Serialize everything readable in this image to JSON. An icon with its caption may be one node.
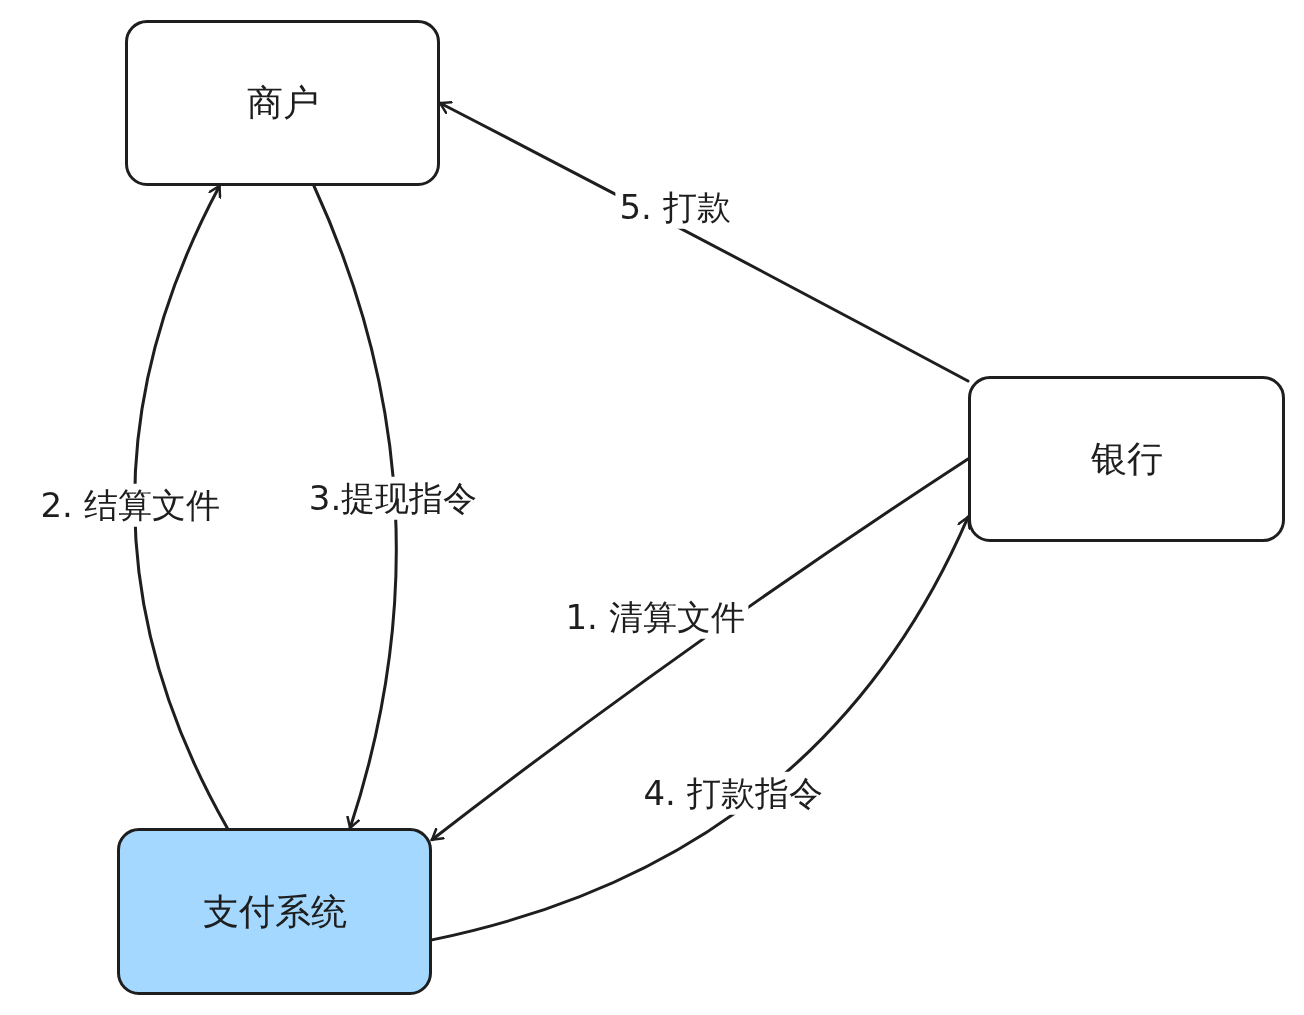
{
  "diagram": {
    "nodes": [
      {
        "text": [
          "商户"
        ]
      },
      {
        "text": [
          "银行"
        ]
      },
      {
        "text": [
          "支付系统"
        ]
      }
    ],
    "edges": [
      {
        "from": 1,
        "to": 2,
        "arrow": "to",
        "label": "1. 清算文件"
      },
      {
        "from": 2,
        "to": 0,
        "arrow": "to",
        "label": "2. 结算文件"
      },
      {
        "from": 0,
        "to": 2,
        "arrow": "to",
        "label": "3.提现指令"
      },
      {
        "from": 2,
        "to": 1,
        "arrow": "to",
        "label": "4. 打款指令"
      },
      {
        "from": 1,
        "to": 0,
        "arrow": "to",
        "label": "5. 打款"
      }
    ]
  }
}
